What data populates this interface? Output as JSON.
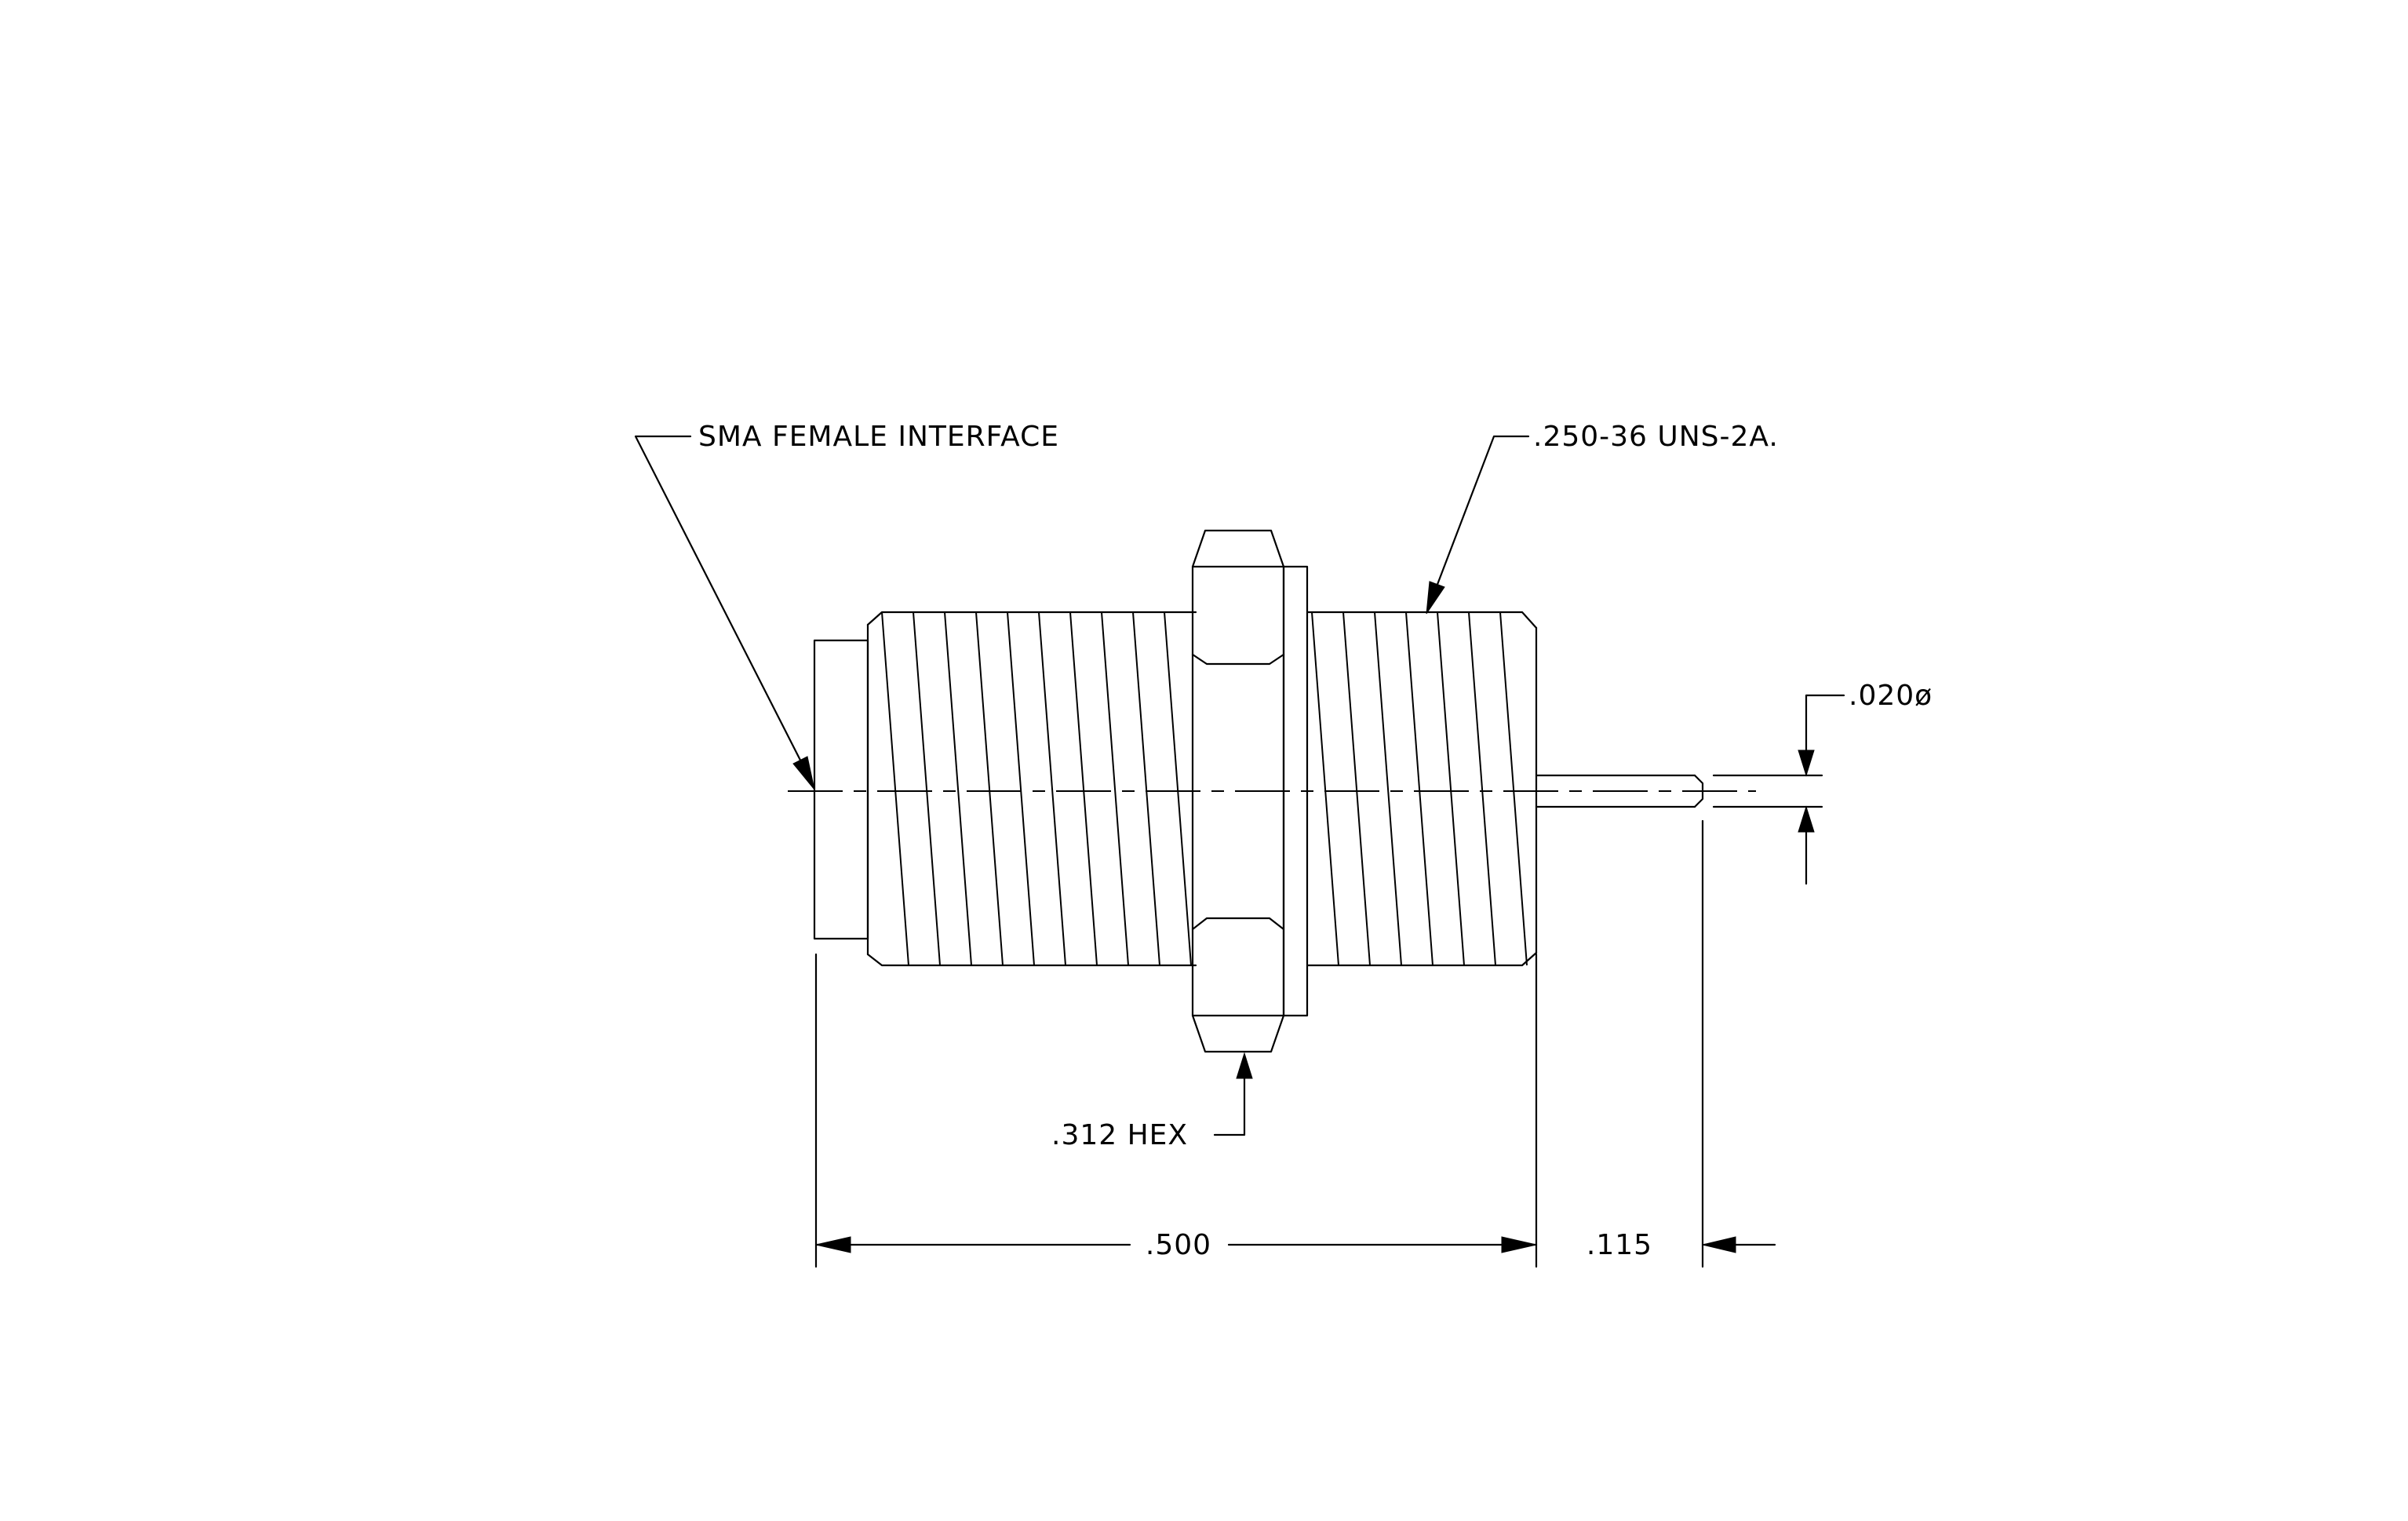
{
  "drawing": {
    "background": "#ffffff",
    "line_color": "#000000",
    "callouts": {
      "interface": "SMA FEMALE INTERFACE",
      "thread": ".250-36 UNS-2A.",
      "pin_diameter": ".020ø",
      "hex": ".312 HEX"
    },
    "dimensions": {
      "body_length": ".500",
      "pin_length": ".115"
    }
  }
}
